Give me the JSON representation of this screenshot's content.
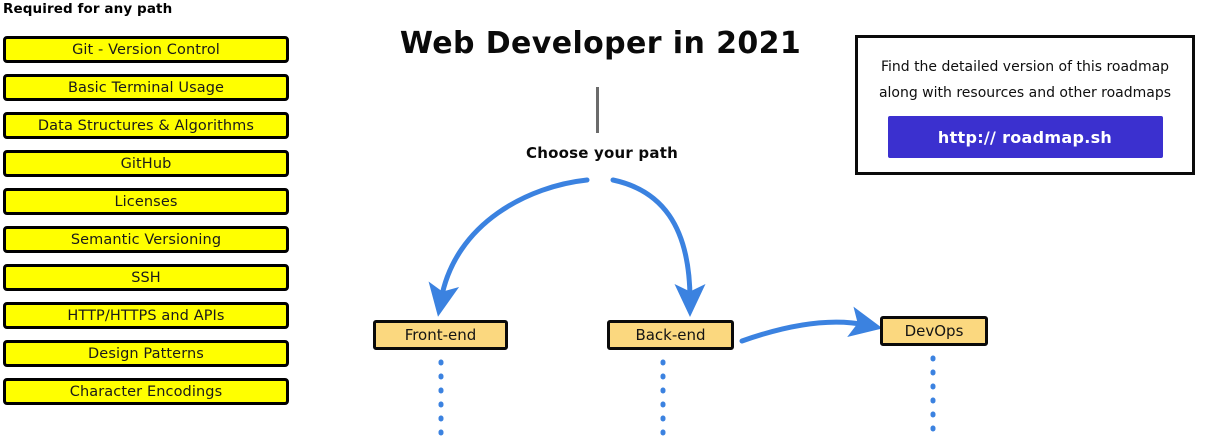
{
  "meta": {
    "title": "Web Developer in 2021",
    "background": "#ffffff"
  },
  "colors": {
    "required_box_fill": "#ffff00",
    "required_box_border": "#000000",
    "path_box_fill": "#fbd87f",
    "path_box_border": "#0a0a0a",
    "arrow_blue": "#3b82e0",
    "link_button_bg": "#3b30cf",
    "link_button_text": "#ffffff",
    "stem_gray": "#6b6b6b",
    "text": "#0a0a0a"
  },
  "required_section": {
    "header": "Required for any path",
    "items": [
      {
        "label": "Git - Version Control"
      },
      {
        "label": "Basic Terminal Usage"
      },
      {
        "label": "Data Structures & Algorithms"
      },
      {
        "label": "GitHub"
      },
      {
        "label": "Licenses"
      },
      {
        "label": "Semantic Versioning"
      },
      {
        "label": "SSH"
      },
      {
        "label": "HTTP/HTTPS and APIs"
      },
      {
        "label": "Design Patterns"
      },
      {
        "label": "Character Encodings"
      }
    ]
  },
  "flow": {
    "choose_label": "Choose your path",
    "paths": [
      {
        "id": "frontend",
        "label": "Front-end"
      },
      {
        "id": "backend",
        "label": "Back-end"
      },
      {
        "id": "devops",
        "label": "DevOps"
      }
    ]
  },
  "info_card": {
    "line1": "Find the detailed version of this roadmap",
    "line2": "along with resources and other roadmaps",
    "link_label": "http:// roadmap.sh"
  }
}
